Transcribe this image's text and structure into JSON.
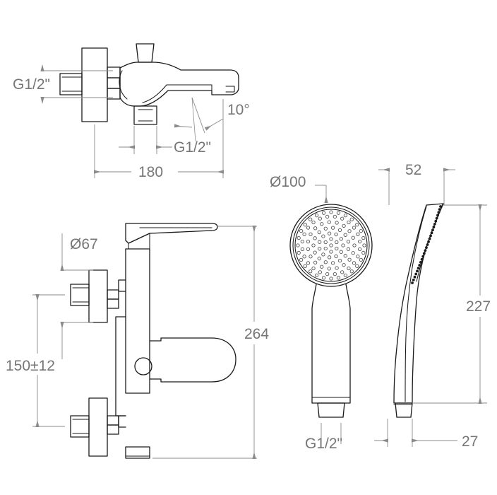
{
  "document": {
    "type": "technical-dimension-drawing",
    "subject": "Bath shower mixer tap with hand shower",
    "background_color": "#ffffff",
    "line_color": "#1a1a1a",
    "dimension_color": "#8a8a8a",
    "text_color": "#767676"
  },
  "views": {
    "bath_spout_side": {
      "name": "Wall mounted bath mixer side view",
      "dimensions": {
        "inlet_thread": "G1/2\"",
        "outlet_thread": "G1/2\"",
        "projection": "180",
        "spout_angle": "10°"
      }
    },
    "mixer_front": {
      "name": "Bath shower mixer front view",
      "dimensions": {
        "flange_diameter": "Ø67",
        "inlet_centres": "150±12",
        "total_height": "264"
      }
    },
    "hand_shower_face": {
      "name": "Hand shower face view",
      "dimensions": {
        "head_diameter": "Ø100",
        "hose_thread": "G1/2\""
      }
    },
    "hand_shower_side": {
      "name": "Hand shower side view",
      "dimensions": {
        "head_thickness": "52",
        "total_length": "227",
        "handle_end_width": "27"
      }
    }
  },
  "labels": {
    "g12_inlet_top": "G1/2\"",
    "g12_outlet_top": "G1/2\"",
    "angle_10": "10°",
    "length_180": "180",
    "diameter_67": "Ø67",
    "height_150_tol": "150±12",
    "height_264": "264",
    "diameter_100": "Ø100",
    "g12_shower": "G1/2\"",
    "width_52": "52",
    "length_227": "227",
    "width_27": "27"
  },
  "watermark": {
    "text": ""
  }
}
